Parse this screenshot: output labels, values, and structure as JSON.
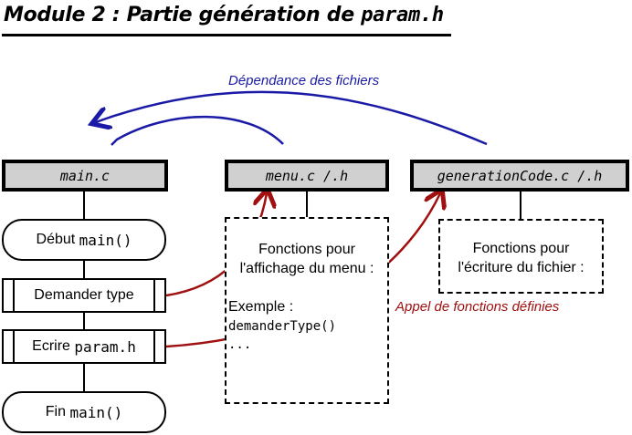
{
  "title": {
    "prefix": "Module 2 : Partie génération de ",
    "code": "param.h"
  },
  "files": {
    "main": "main.c",
    "menu": "menu.c /.h",
    "generation": "generationCode.c /.h"
  },
  "flow": {
    "start_prefix": "Début ",
    "start_code": "main()",
    "step1": "Demander type",
    "step2_prefix": "Ecrire ",
    "step2_code": "param.h",
    "end_prefix": "Fin ",
    "end_code": "main()"
  },
  "menu_box": {
    "line1": "Fonctions pour",
    "line2": "l'affichage du menu :",
    "example": "Exemple :",
    "func": "demanderType()",
    "ellipsis": "..."
  },
  "generation_box": {
    "line1": "Fonctions pour",
    "line2": "l'écriture du fichier :"
  },
  "labels": {
    "dependency": "Dépendance des fichiers",
    "calls": "Appel de fonctions définies"
  },
  "colors": {
    "dependency": "#1a1aa6",
    "calls": "#a01010",
    "file_box": "#d0d0d0"
  }
}
